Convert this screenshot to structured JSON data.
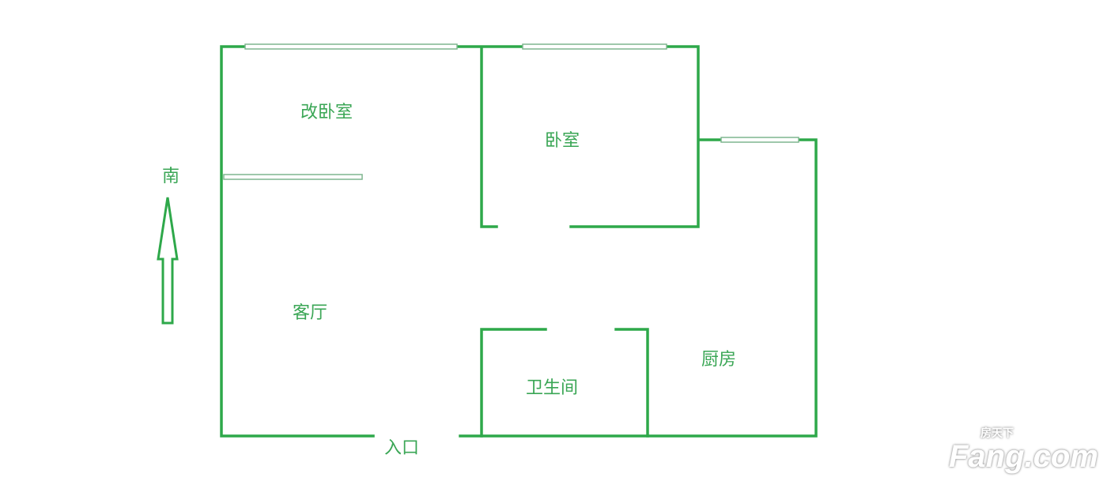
{
  "colors": {
    "wall": "#2ea84a",
    "window": "#7fb58f",
    "text": "#3aa655"
  },
  "rooms": {
    "converted_bedroom": "改卧室",
    "bedroom": "卧室",
    "living_room": "客厅",
    "bathroom": "卫生间",
    "kitchen": "厨房",
    "entrance": "入口"
  },
  "compass": {
    "label": "南"
  },
  "watermark": {
    "brand": "Fang.com",
    "chinese": "房天下"
  }
}
